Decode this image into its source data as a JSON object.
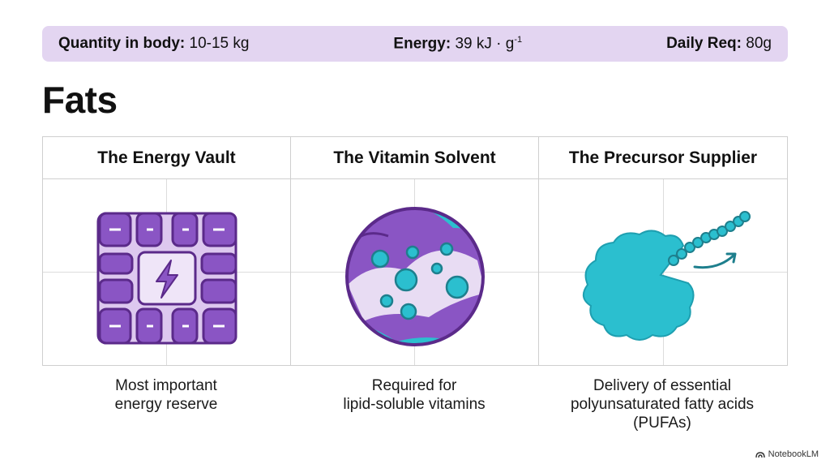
{
  "stats": [
    {
      "label": "Quantity in body:",
      "value": "10-15 kg"
    },
    {
      "label": "Energy:",
      "value": "39 kJ · g",
      "sup": "-1"
    },
    {
      "label": "Daily Req:",
      "value": "80g"
    }
  ],
  "title": "Fats",
  "columns": [
    {
      "heading": "The Energy Vault",
      "icon": "energy-vault-icon",
      "caption": [
        "Most important",
        "energy reserve"
      ]
    },
    {
      "heading": "The Vitamin Solvent",
      "icon": "vitamin-solvent-icon",
      "caption": [
        "Required for",
        "lipid-soluble vitamins"
      ]
    },
    {
      "heading": "The Precursor Supplier",
      "icon": "precursor-supplier-icon",
      "caption": [
        "Delivery of essential",
        "polyunsaturated fatty acids",
        "(PUFAs)"
      ]
    }
  ],
  "brand": "NotebookLM",
  "colors": {
    "purple": "#8a55c4",
    "dark_purple": "#5b2a8a",
    "teal": "#2bbfcf",
    "band": "#e3d5f1"
  }
}
